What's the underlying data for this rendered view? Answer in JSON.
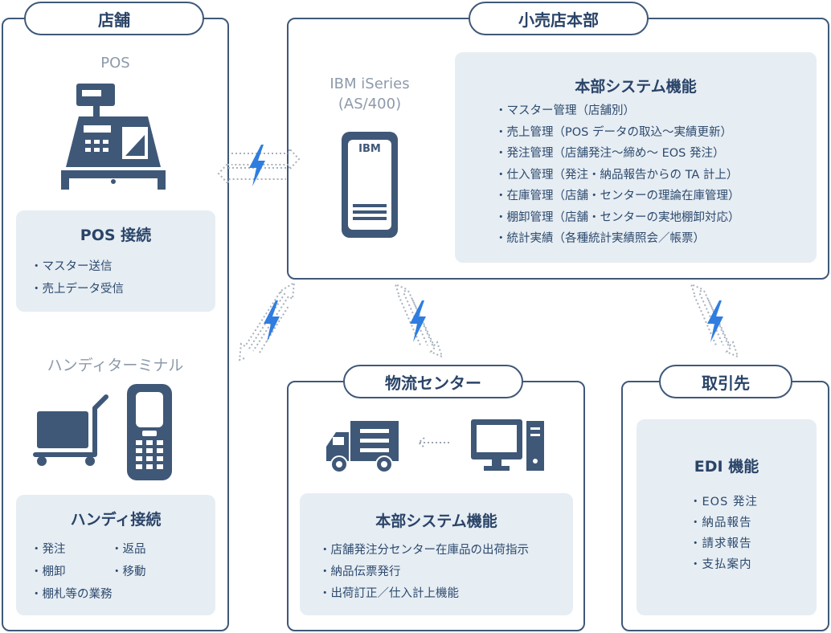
{
  "store": {
    "title": "店舗",
    "pos_label": "POS",
    "pos_box": {
      "title": "POS 接続",
      "items": [
        "マスター送信",
        "売上データ受信"
      ]
    },
    "handy_label": "ハンディターミナル",
    "handy_box": {
      "title": "ハンディ接続",
      "items_col1": [
        "発注",
        "棚卸",
        "棚札等の業務"
      ],
      "items_col2": [
        "返品",
        "移動"
      ]
    }
  },
  "hq": {
    "title": "小売店本部",
    "server_label_line1": "IBM iSeries",
    "server_label_line2": "(AS/400)",
    "server_badge": "IBM",
    "box": {
      "title": "本部システム機能",
      "items": [
        "マスター管理（店舗別）",
        "売上管理（POS データの取込〜実績更新）",
        "発注管理（店舗発注〜締め〜 EOS 発注）",
        "仕入管理（発注・納品報告からの TA 計上）",
        "在庫管理（店舗・センターの理論在庫管理）",
        "棚卸管理（店舗・センターの実地棚卸対応）",
        "統計実績（各種統計実績照会／帳票）"
      ]
    }
  },
  "logistics": {
    "title": "物流センター",
    "box": {
      "title": "本部システム機能",
      "items": [
        "店舗発注分センター在庫品の出荷指示",
        "納品伝票発行",
        "出荷訂正／仕入計上機能"
      ]
    }
  },
  "supplier": {
    "title": "取引先",
    "box": {
      "title": "EDI 機能",
      "items": [
        "EOS 発注",
        "納品報告",
        "請求報告",
        "支払案内"
      ]
    }
  },
  "icons": {
    "pos": "cash-register-icon",
    "handy_cart": "hand-cart-icon",
    "handy_terminal": "handheld-terminal-icon",
    "server": "server-tower-icon",
    "truck": "delivery-truck-icon",
    "computer": "desktop-computer-icon",
    "connection": "lightning-bolt-icon"
  },
  "colors": {
    "navy": "#3f5878",
    "light_box": "#e6edf3",
    "bolt": "#2f7de0",
    "grey_text": "#8d9aaa"
  }
}
